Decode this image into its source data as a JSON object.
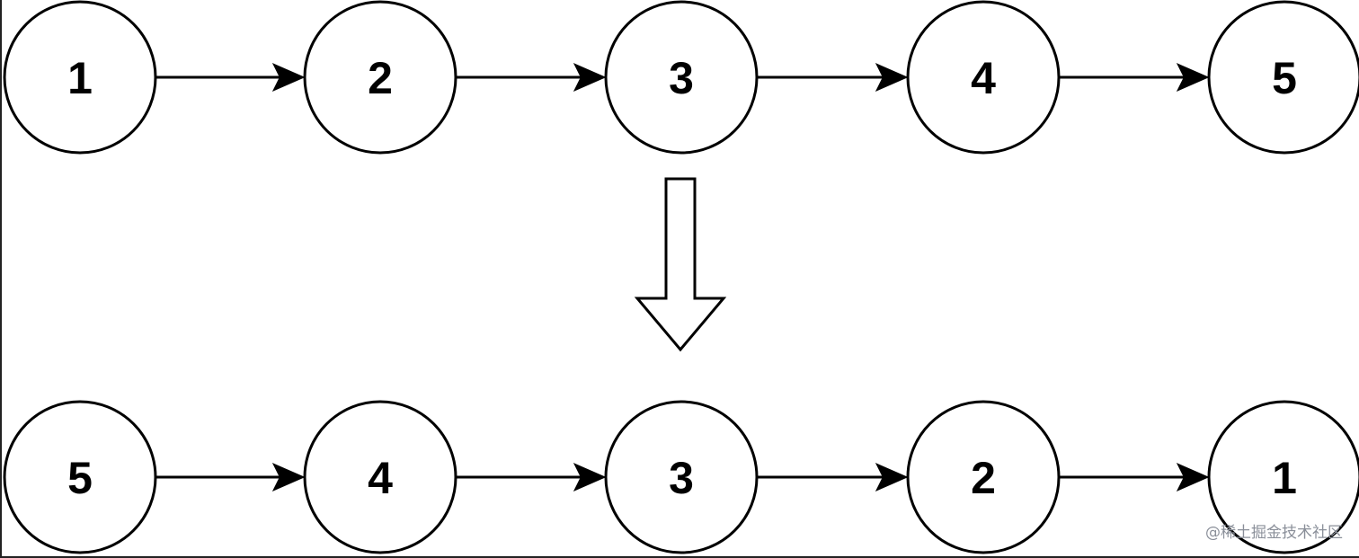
{
  "diagram": {
    "top_row": {
      "nodes": [
        "1",
        "2",
        "3",
        "4",
        "5"
      ]
    },
    "bottom_row": {
      "nodes": [
        "5",
        "4",
        "3",
        "2",
        "1"
      ]
    },
    "colors": {
      "stroke": "#000000",
      "fill": "#ffffff",
      "text": "#000000",
      "watermark": "#8a8f99"
    }
  },
  "watermark": {
    "text": "@稀土掘金技术社区"
  }
}
